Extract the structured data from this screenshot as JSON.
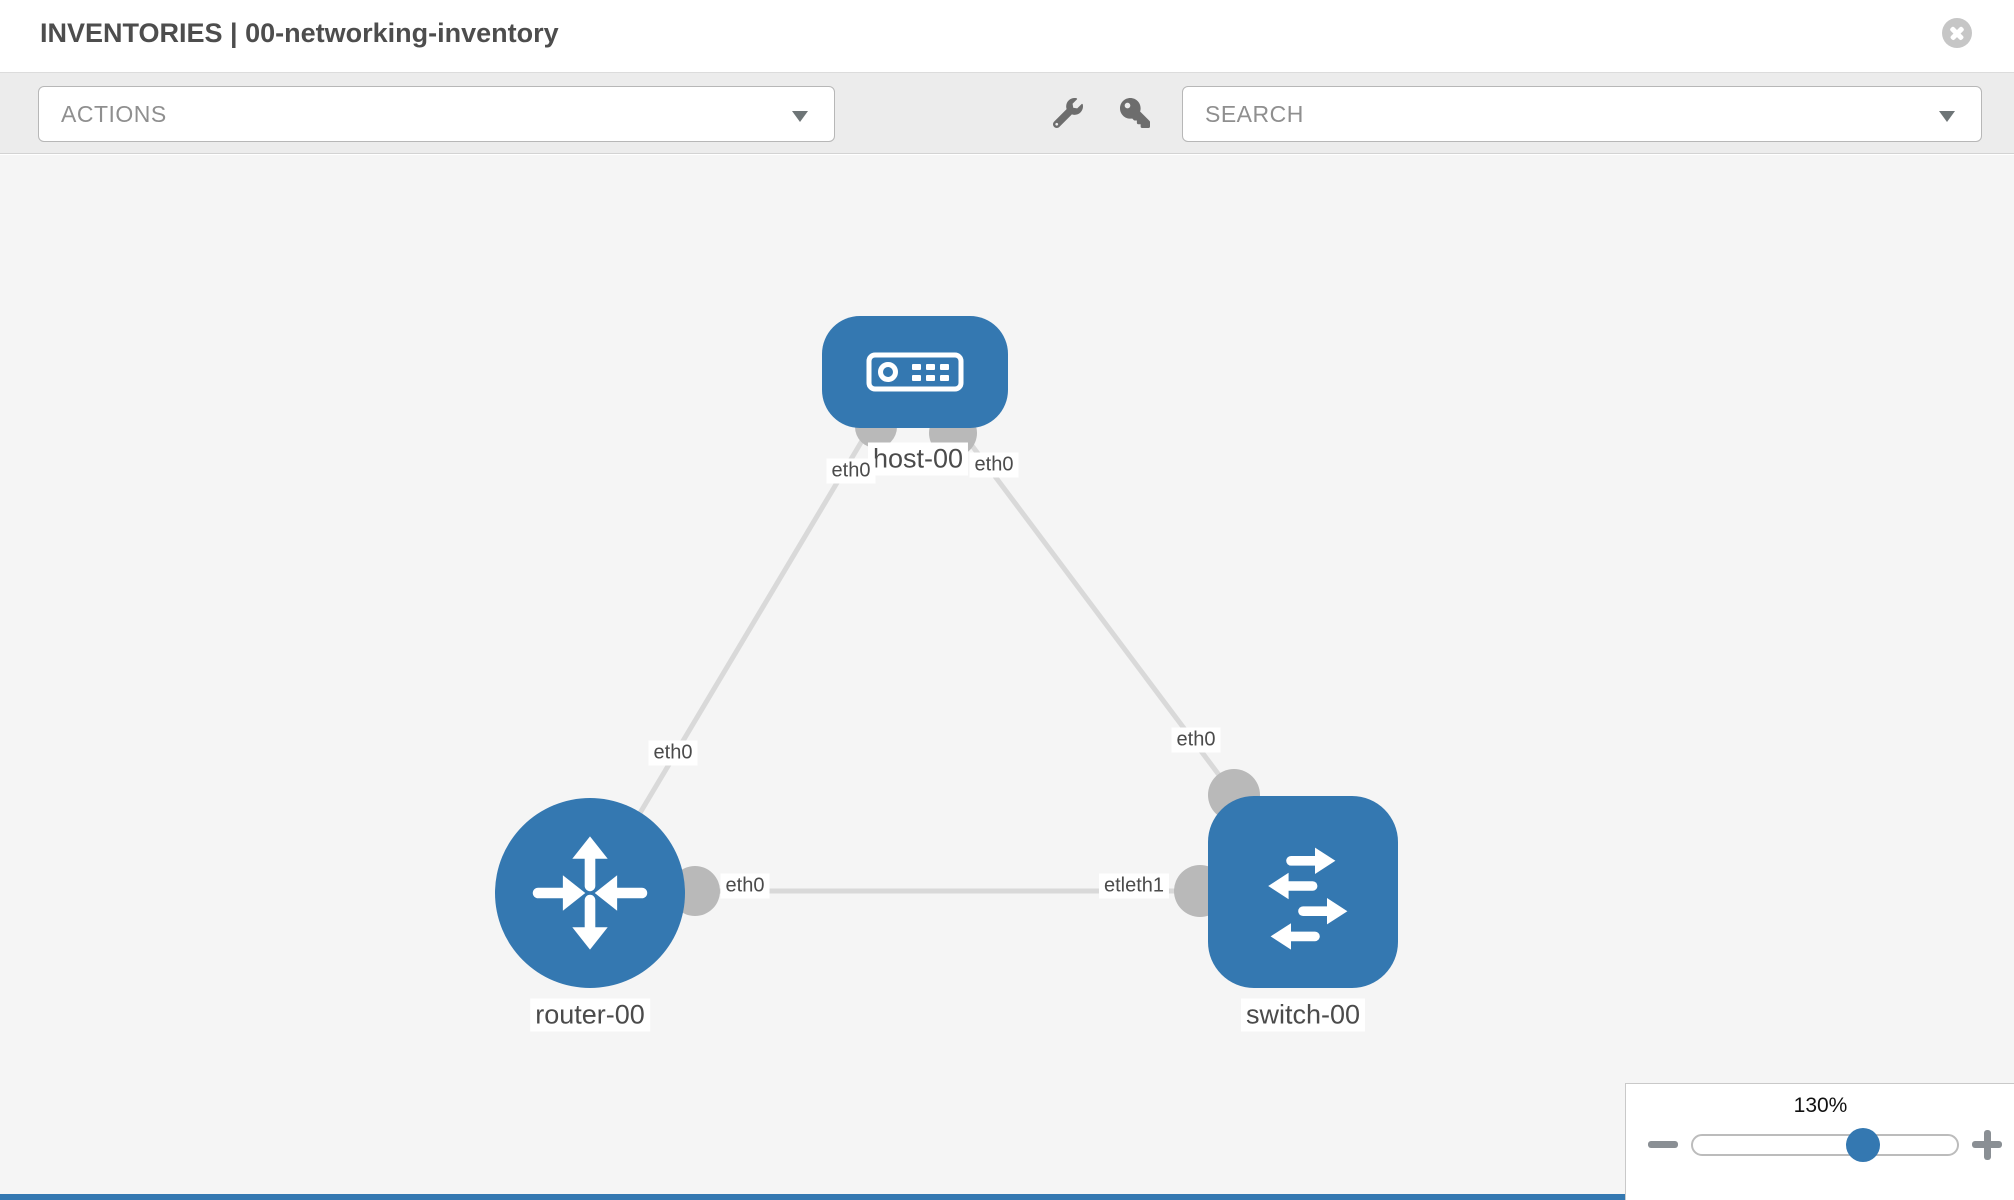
{
  "header": {
    "title": "INVENTORIES | 00-networking-inventory"
  },
  "toolbar": {
    "actions_label": "ACTIONS",
    "search_placeholder": "SEARCH",
    "icons": [
      "wrench-icon",
      "key-icon"
    ]
  },
  "topology": {
    "nodes": [
      {
        "id": "host-00",
        "label": "host-00",
        "type": "host"
      },
      {
        "id": "router-00",
        "label": "router-00",
        "type": "router"
      },
      {
        "id": "switch-00",
        "label": "switch-00",
        "type": "switch"
      }
    ],
    "links": [
      {
        "from": "host-00",
        "to": "router-00"
      },
      {
        "from": "host-00",
        "to": "switch-00"
      },
      {
        "from": "router-00",
        "to": "switch-00"
      }
    ],
    "interface_labels": {
      "host_eth0_left": "eth0",
      "host_eth0_right": "eth0",
      "host_router_link": "eth0",
      "host_switch_link": "eth0",
      "router_switch_link_left": "eth0",
      "router_switch_link_right": "etleth1"
    }
  },
  "zoom_control": {
    "level": "130%",
    "slider_position": 0.64
  },
  "colors": {
    "node_blue": "#3478b1",
    "link_gray": "#d9d9d9",
    "interface_circle_gray": "#b9b9b9",
    "canvas_bg": "#f5f5f5",
    "toolbar_bg": "#ececec",
    "label_text": "#4b4b4b"
  }
}
